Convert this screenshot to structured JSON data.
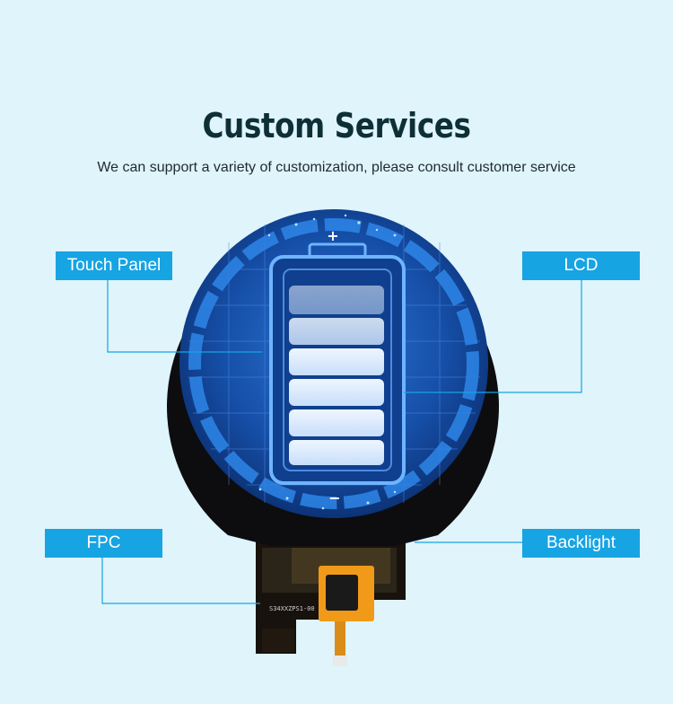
{
  "header": {
    "title": "Custom Services",
    "subtitle": "We can support a variety of customization, please consult customer service"
  },
  "callouts": {
    "touch_panel": "Touch Panel",
    "lcd": "LCD",
    "fpc": "FPC",
    "backlight": "Backlight"
  },
  "product": {
    "screen_plus": "+",
    "screen_minus": "−",
    "fpc_marking": "S34XXZPS1-00"
  },
  "colors": {
    "background": "#dff4fb",
    "label_bg": "#17a4e3",
    "title": "#0f2f36"
  }
}
